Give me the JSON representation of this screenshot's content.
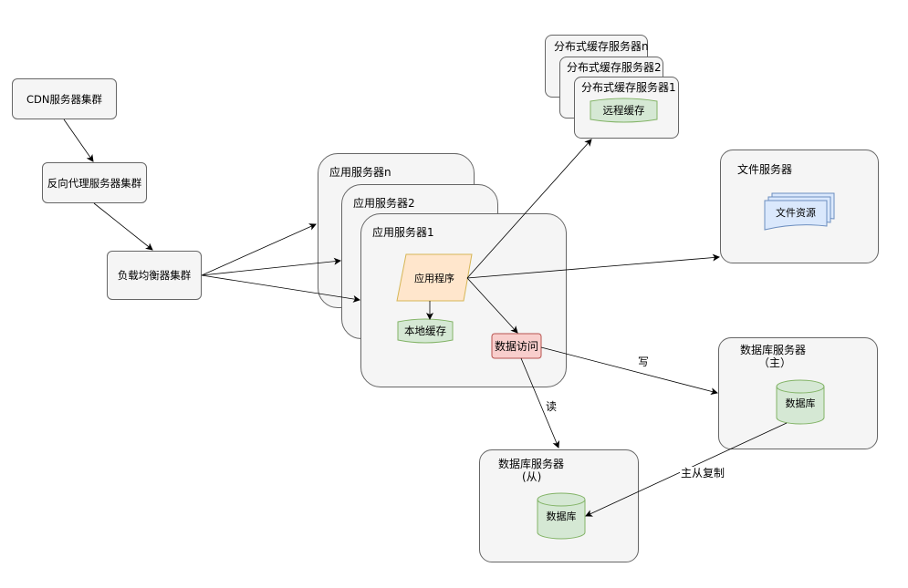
{
  "nodes": {
    "cdn": "CDN服务器集群",
    "reverse_proxy": "反向代理服务器集群",
    "load_balancer": "负载均衡器集群",
    "app_server_n": "应用服务器n",
    "app_server_2": "应用服务器2",
    "app_server_1": "应用服务器1",
    "app_program": "应用程序",
    "local_cache": "本地缓存",
    "data_access": "数据访问",
    "dist_cache_n": "分布式缓存服务器n",
    "dist_cache_2": "分布式缓存服务器2",
    "dist_cache_1": "分布式缓存服务器1",
    "remote_cache": "远程缓存",
    "file_server": "文件服务器",
    "file_resource": "文件资源",
    "db_master_title_line1": "数据库服务器",
    "db_master_title_line2": "（主）",
    "db_master_db": "数据库",
    "db_slave_title_line1": "数据库服务器",
    "db_slave_title_line2": "(从)",
    "db_slave_db": "数据库"
  },
  "edges": {
    "write": "写",
    "read": "读",
    "replication": "主从复制"
  },
  "colors": {
    "panel_fill": "#f5f5f5",
    "panel_stroke": "#666666",
    "app_program_fill": "#ffe6cc",
    "app_program_stroke": "#d6b656",
    "cache_fill": "#d5e8d4",
    "cache_stroke": "#82b366",
    "data_access_fill": "#f8cecc",
    "data_access_stroke": "#b85450",
    "file_fill": "#dae8fc",
    "file_stroke": "#6c8ebf",
    "edge": "#000000"
  }
}
